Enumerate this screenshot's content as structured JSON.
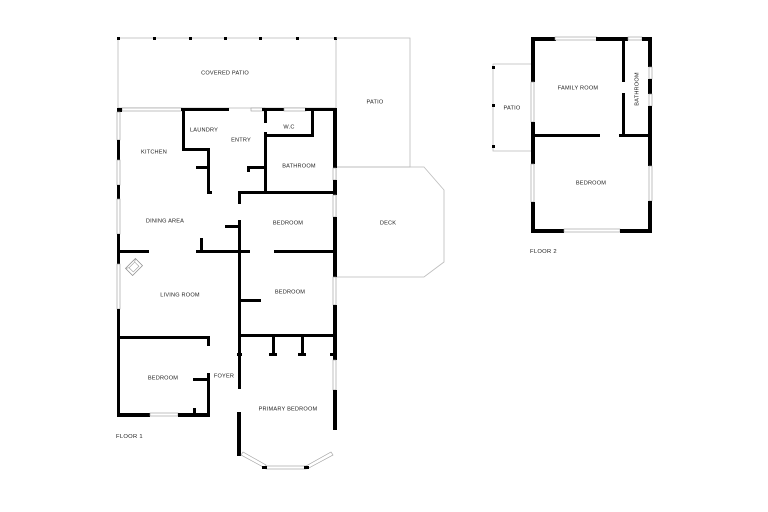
{
  "floors": [
    {
      "label": "FLOOR 1",
      "rooms": {
        "covered_patio": "COVERED PATIO",
        "patio": "PATIO",
        "laundry": "LAUNDRY",
        "entry": "ENTRY",
        "wc": "W.C",
        "kitchen": "KITCHEN",
        "bathroom": "BATHROOM",
        "dining_area": "DINING AREA",
        "bedroom_1": "BEDROOM",
        "deck": "DECK",
        "living_room": "LIVING ROOM",
        "bedroom_2": "BEDROOM",
        "bedroom_3": "BEDROOM",
        "foyer": "FOYER",
        "primary_bedroom": "PRIMARY BEDROOM"
      }
    },
    {
      "label": "FLOOR 2",
      "rooms": {
        "patio": "PATIO",
        "family_room": "FAMILY ROOM",
        "bathroom": "BATHROOM",
        "bedroom": "BEDROOM"
      }
    }
  ],
  "icons": {
    "fireplace": "fireplace-icon"
  },
  "colors": {
    "wall": "#000000",
    "outline": "#bbbbbb",
    "background": "#ffffff"
  }
}
